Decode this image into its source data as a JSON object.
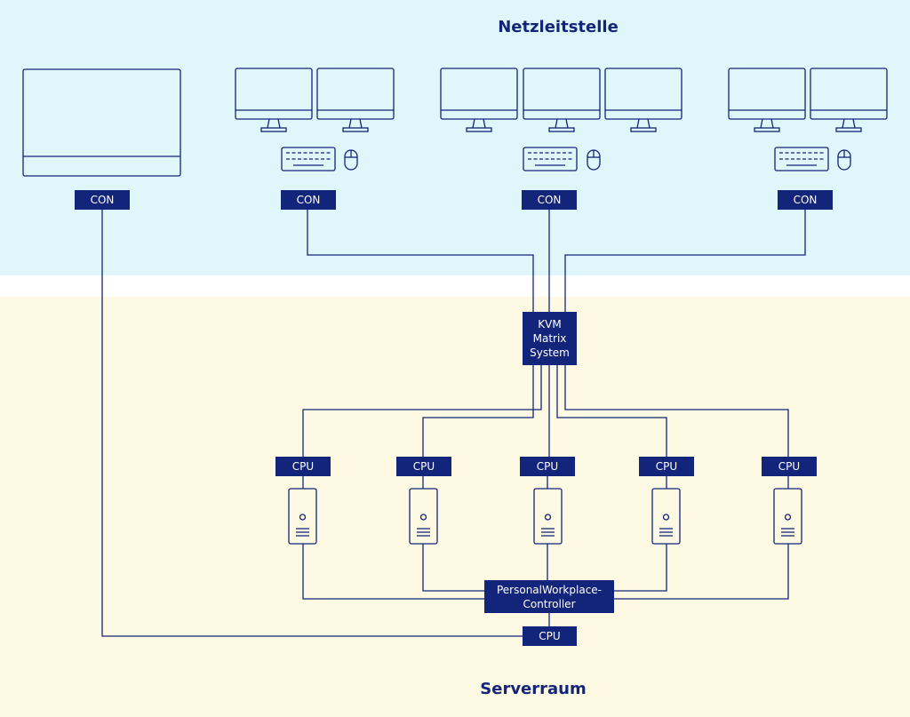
{
  "zones": {
    "top_title": "Netzleitstelle",
    "bottom_title": "Serverraum"
  },
  "boxes": {
    "con_label": "CON",
    "cpu_label": "CPU",
    "kvm_label": "KVM\nMatrix\nSystem",
    "pwc_label": "PersonalWorkplace-\nController"
  },
  "colors": {
    "line": "#13257a",
    "top_zone": "#dff6fa",
    "bottom_zone": "#fef9e3"
  }
}
